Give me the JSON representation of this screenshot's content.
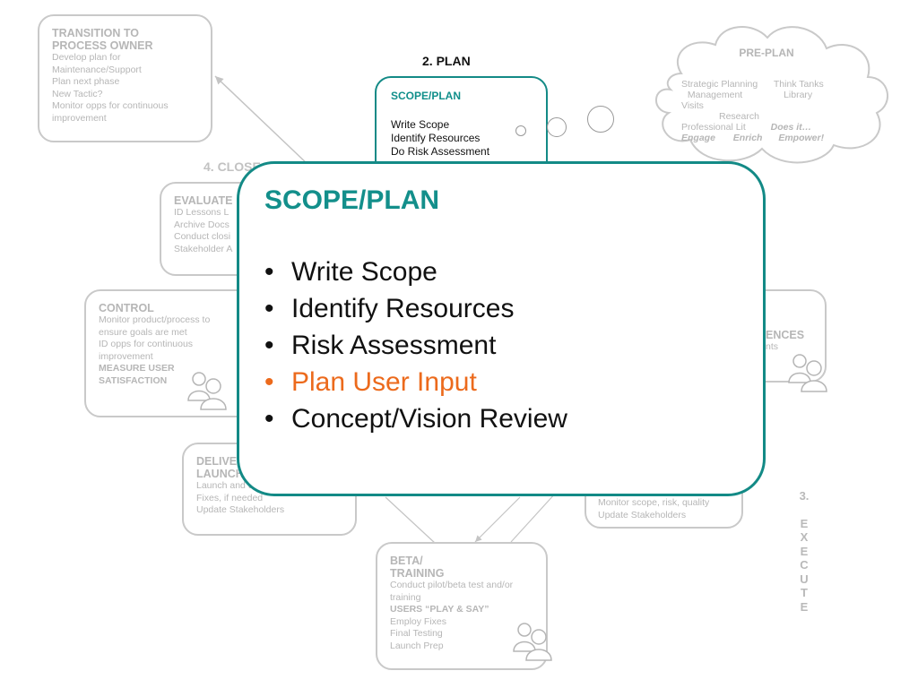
{
  "plan_label": "2. PLAN",
  "close_label": "4. CLOSE",
  "execute_label": [
    "3.",
    "",
    "E",
    "X",
    "E",
    "C",
    "U",
    "T",
    "E"
  ],
  "plan_box": {
    "title": "SCOPE/PLAN",
    "lines": [
      "Write Scope",
      "Identify Resources",
      "Do Risk Assessment"
    ]
  },
  "transition_box": {
    "title": [
      "TRANSITION TO",
      "PROCESS OWNER"
    ],
    "lines": [
      "Develop plan for",
      "Maintenance/Support",
      "Plan next phase",
      "New Tactic?",
      "Monitor opps for continuous",
      "improvement"
    ]
  },
  "evaluate_box": {
    "title": "EVALUATE",
    "lines": [
      "ID Lessons L",
      "Archive Docs",
      "Conduct closi",
      "Stakeholder A"
    ]
  },
  "control_box": {
    "title": "CONTROL",
    "lines": [
      "Monitor product/process to",
      "ensure goals are met",
      "ID opps for continuous",
      "improvement"
    ],
    "bold_lines": [
      "MEASURE USER",
      "SATISFACTION"
    ]
  },
  "deliver_box": {
    "title": [
      "DELIVE",
      "LAUNCH"
    ],
    "lines": [
      "Launch and te",
      "Fixes, if needed",
      "Update Stakeholders"
    ]
  },
  "right_mid_box": {
    "title": "ENCES",
    "lines": [
      "nts"
    ]
  },
  "right_low_box": {
    "lines": [
      "Monitor scope, risk, quality",
      "Update Stakeholders"
    ]
  },
  "beta_box": {
    "title": [
      "BETA/",
      "TRAINING"
    ],
    "lines": [
      "Conduct pilot/beta test and/or",
      "training"
    ],
    "bold_lines": [
      "USERS “PLAY & SAY”"
    ],
    "lines_after": [
      "Employ Fixes",
      "Final Testing",
      "Launch Prep"
    ]
  },
  "preplan_cloud": {
    "title": "PRE-PLAN",
    "row1": [
      "Strategic Planning",
      "Think Tanks"
    ],
    "row2": [
      "Management",
      "Library"
    ],
    "row3": "Visits",
    "row4": "Research",
    "row5": [
      "Professional Lit",
      "Does it…"
    ],
    "row6": [
      "Engage",
      "Enrich",
      "Empower!"
    ]
  },
  "zoom": {
    "title": "SCOPE/PLAN",
    "items": [
      {
        "text": "Write Scope",
        "accent": false
      },
      {
        "text": "Identify Resources",
        "accent": false
      },
      {
        "text": "Risk Assessment",
        "accent": false
      },
      {
        "text": "Plan User Input",
        "accent": true
      },
      {
        "text": "Concept/Vision Review",
        "accent": false
      }
    ]
  },
  "colors": {
    "teal": "#138a86",
    "accent_orange": "#ec6a1c",
    "faded_gray": "#b6b6b6"
  },
  "icons": [
    "people-icon",
    "cloud-icon",
    "arrow-icon"
  ]
}
